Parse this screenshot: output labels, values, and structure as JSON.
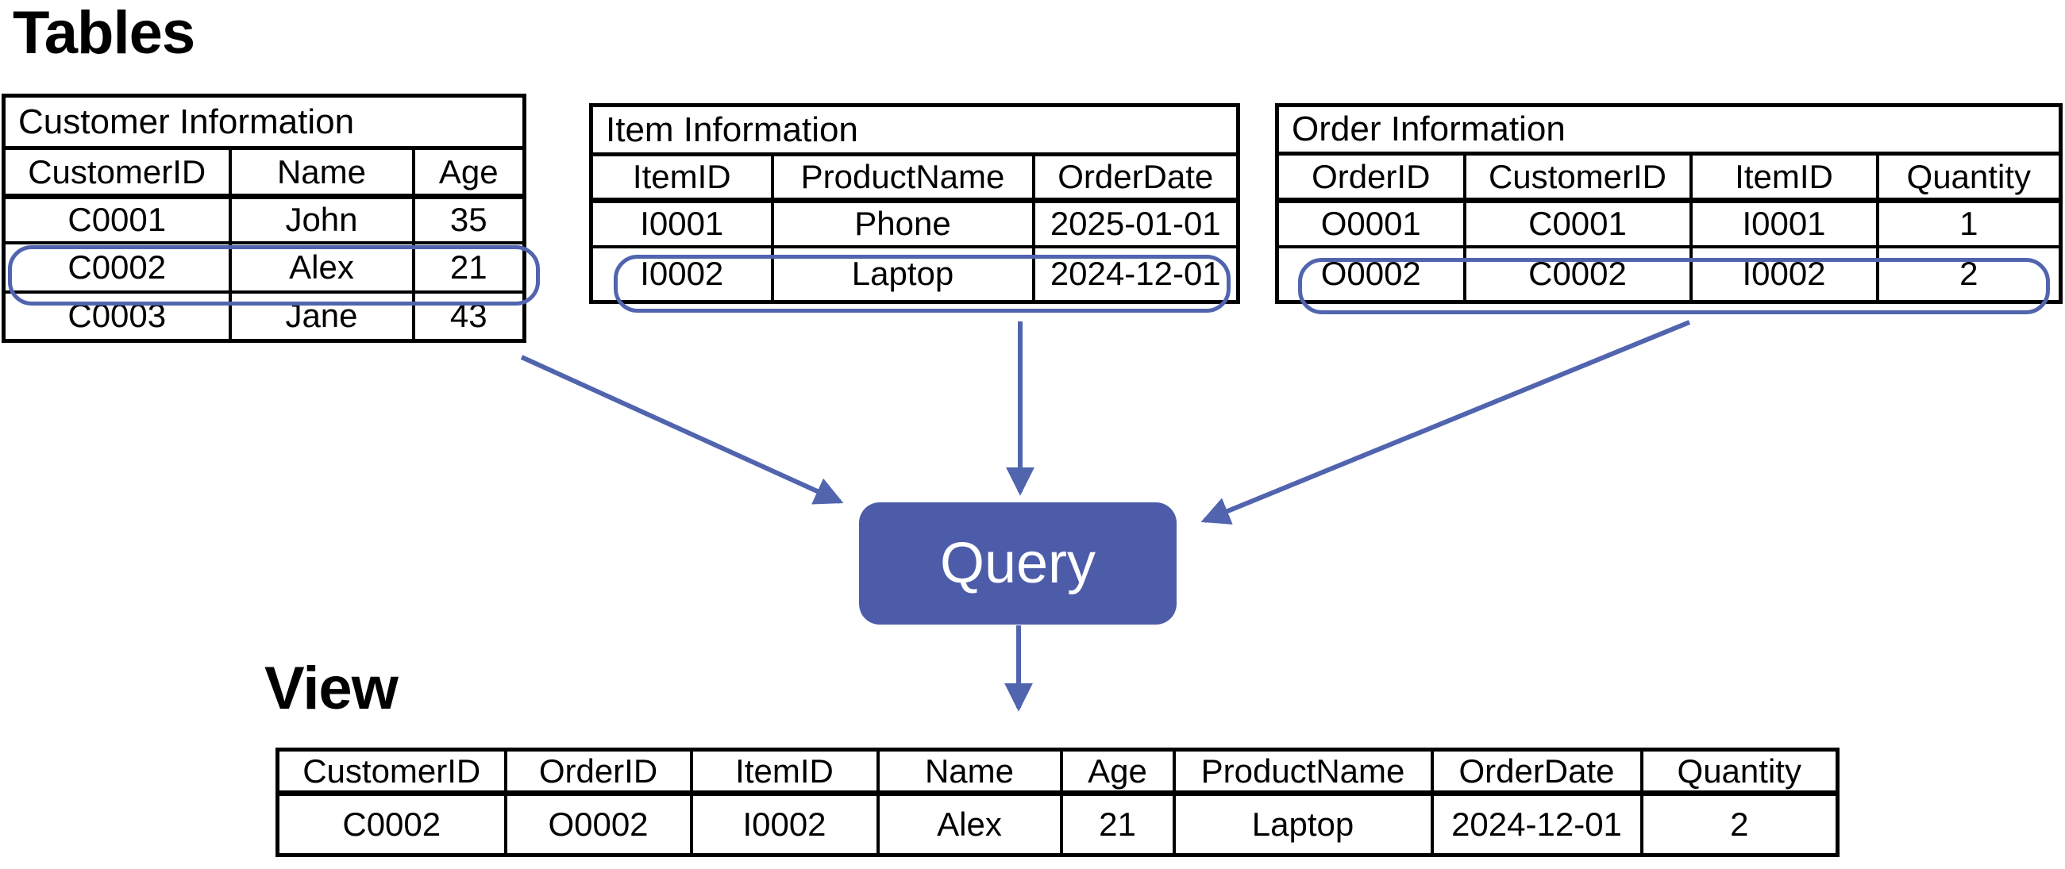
{
  "colors": {
    "background": "#ffffff",
    "table_border": "#000000",
    "accent_blue": "#4d5ca8",
    "arrow_blue": "#5164ae",
    "query_text": "#ffffff"
  },
  "sections": {
    "tables_title": "Tables",
    "view_title": "View"
  },
  "query_box": {
    "label": "Query"
  },
  "tables": {
    "customer": {
      "title": "Customer Information",
      "columns": [
        "CustomerID",
        "Name",
        "Age"
      ],
      "rows": [
        [
          "C0001",
          "John",
          "35"
        ],
        [
          "C0002",
          "Alex",
          "21"
        ],
        [
          "C0003",
          "Jane",
          "43"
        ]
      ],
      "highlighted_row": "C0002"
    },
    "item": {
      "title": "Item Information",
      "columns": [
        "ItemID",
        "ProductName",
        "OrderDate"
      ],
      "rows": [
        [
          "I0001",
          "Phone",
          "2025-01-01"
        ],
        [
          "I0002",
          "Laptop",
          "2024-12-01"
        ]
      ],
      "highlighted_row": "I0002"
    },
    "order": {
      "title": "Order Information",
      "columns": [
        "OrderID",
        "CustomerID",
        "ItemID",
        "Quantity"
      ],
      "rows": [
        [
          "O0001",
          "C0001",
          "I0001",
          "1"
        ],
        [
          "O0002",
          "C0002",
          "I0002",
          "2"
        ]
      ],
      "highlighted_row": "O0002"
    },
    "view": {
      "columns": [
        "CustomerID",
        "OrderID",
        "ItemID",
        "Name",
        "Age",
        "ProductName",
        "OrderDate",
        "Quantity"
      ],
      "rows": [
        [
          "C0002",
          "O0002",
          "I0002",
          "Alex",
          "21",
          "Laptop",
          "2024-12-01",
          "2"
        ]
      ]
    }
  },
  "arrows": [
    {
      "from": "Customer Information",
      "to": "Query"
    },
    {
      "from": "Item Information",
      "to": "Query"
    },
    {
      "from": "Order Information",
      "to": "Query"
    },
    {
      "from": "Query",
      "to": "View"
    }
  ]
}
